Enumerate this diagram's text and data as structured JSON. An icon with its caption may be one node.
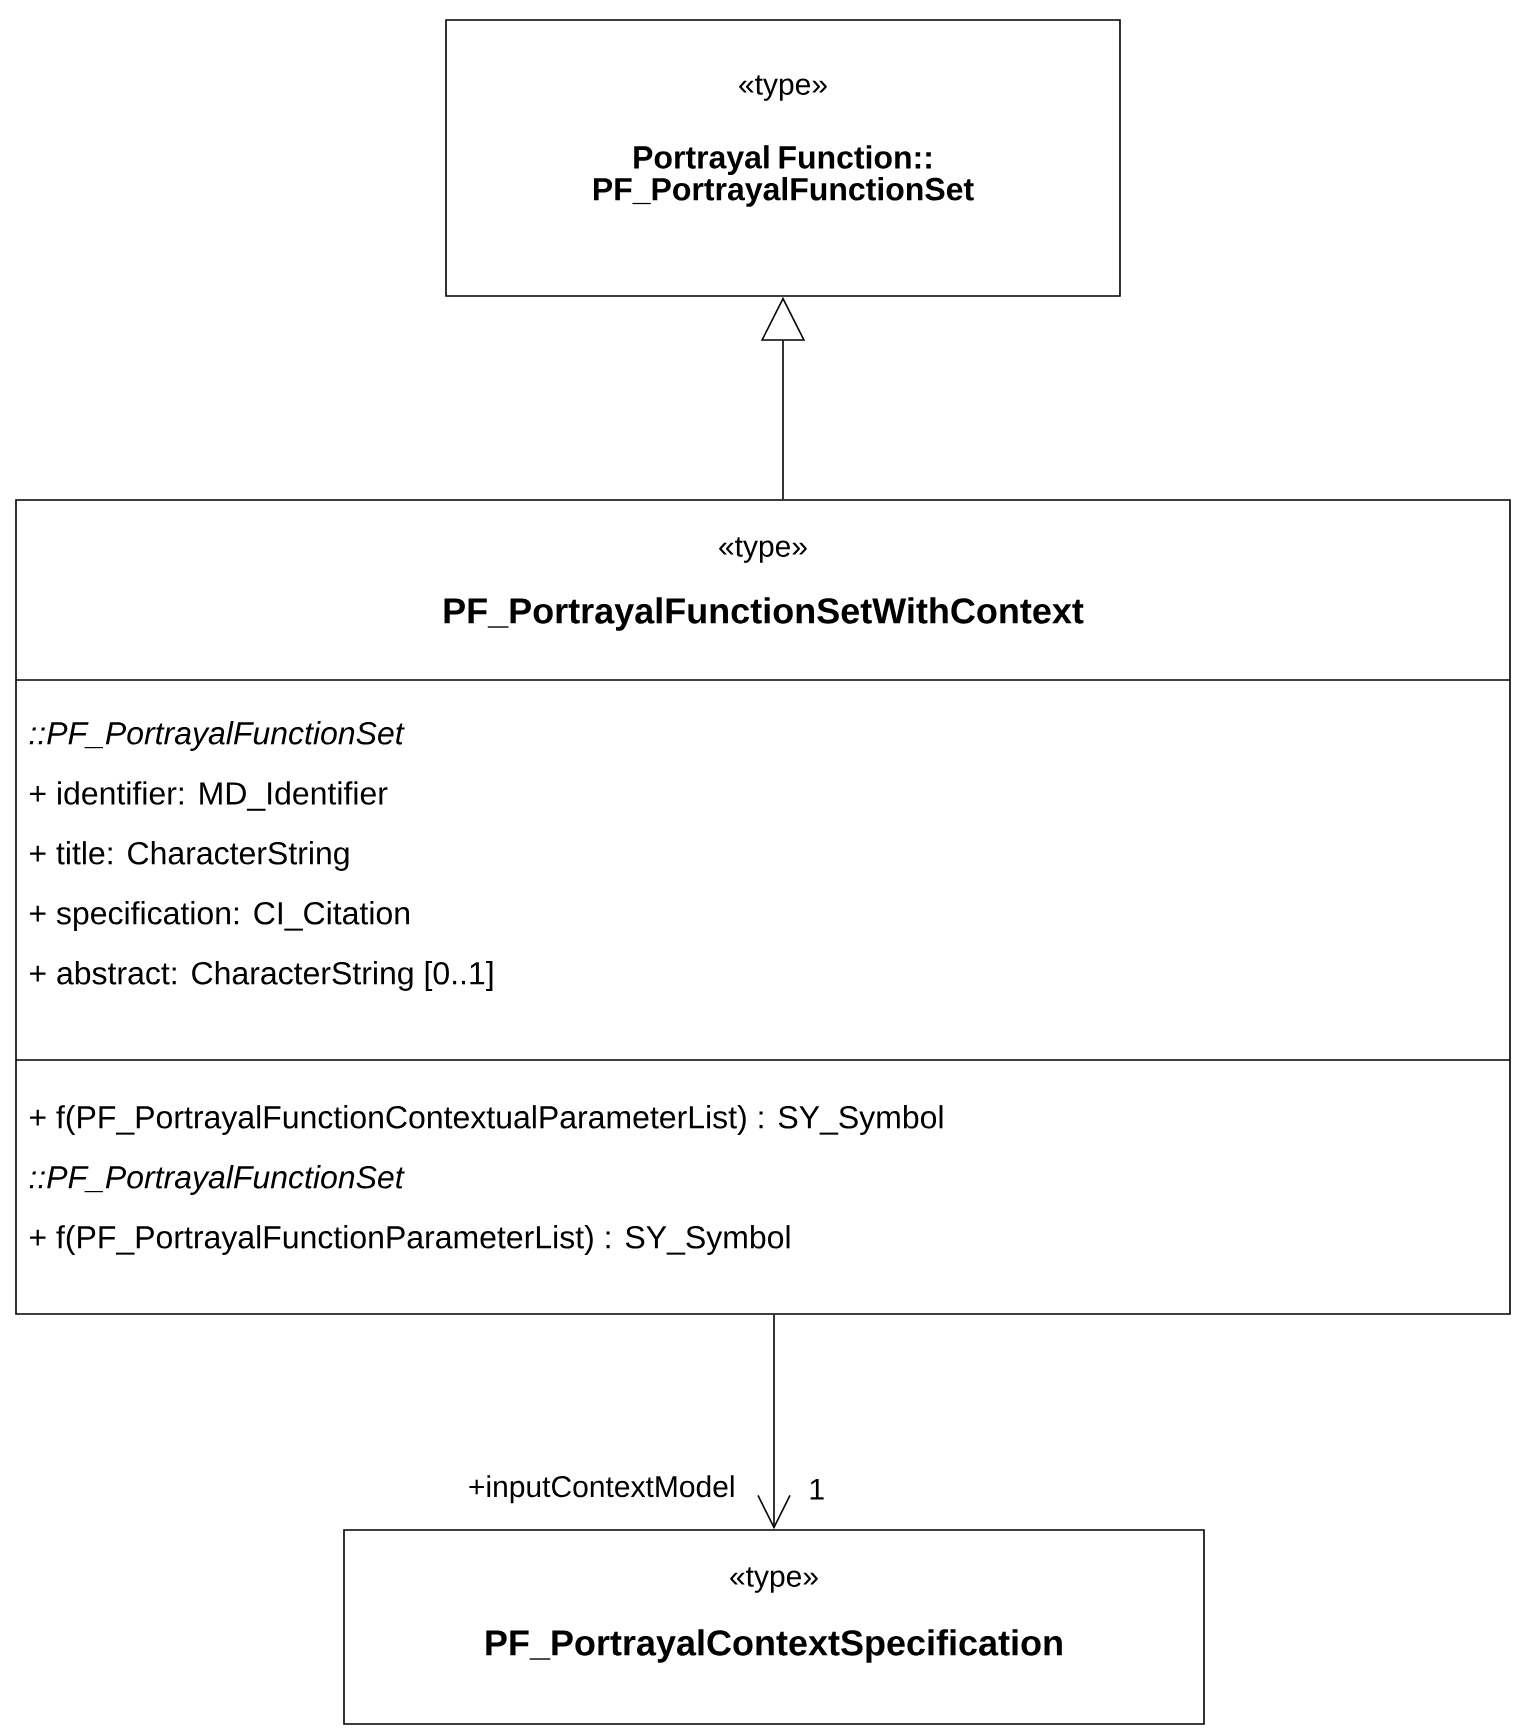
{
  "diagram": {
    "nodes": [
      {
        "text": [
          "«type»",
          "Portrayal Function:: PF_PortrayalFunctionSet"
        ]
      },
      {
        "text": [
          "«type»",
          "PF_PortrayalFunctionSetWithContext",
          "::PF_PortrayalFunctionSet",
          "+ identifier: MD_Identifier",
          "+ title: CharacterString",
          "+ specification: CI_Citation",
          "+ abstract: CharacterString [0..1]",
          "+ f(PF_PortrayalFunctionContextualParameterList) : SY_Symbol",
          "::PF_PortrayalFunctionSet",
          "+ f(PF_PortrayalFunctionParameterList) : SY_Symbol"
        ]
      },
      {
        "text": [
          "«type»",
          "PF_PortrayalContextSpecification"
        ]
      }
    ],
    "edges": [
      {
        "from": 1,
        "to": 0,
        "arrow": "to"
      },
      {
        "from": 1,
        "to": 2,
        "arrow": "to",
        "label": "+inputContextModel"
      }
    ],
    "labels": [
      "1"
    ]
  }
}
